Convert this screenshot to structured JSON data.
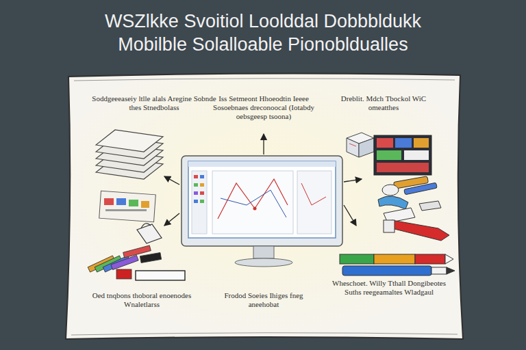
{
  "diagram": {
    "title": "WSZlkke Svoitiol Loolddal Dobbbldukk Mobilble Solalloable Pionobldualles",
    "labels": [
      "Soddgeeeaseiy ltlle alals Aregine Sobnde thes Stnedbolass",
      "Iss Setmeont Hhoeodtin Ieeee Sosoebnaes dreconoocal (Iotabdy oebsgeesp tsoona)",
      "Dreblit. Mdch Tbockol WiC omeatthes",
      "Oed tnqbons thoboral enoenodes Wnaletlarss",
      "Frodod Soeies Ihiges fneg aneehobat",
      "Wheschoet. Willy Tthall Dongibeotes Suths reegeamaltes Wladgaul"
    ]
  }
}
